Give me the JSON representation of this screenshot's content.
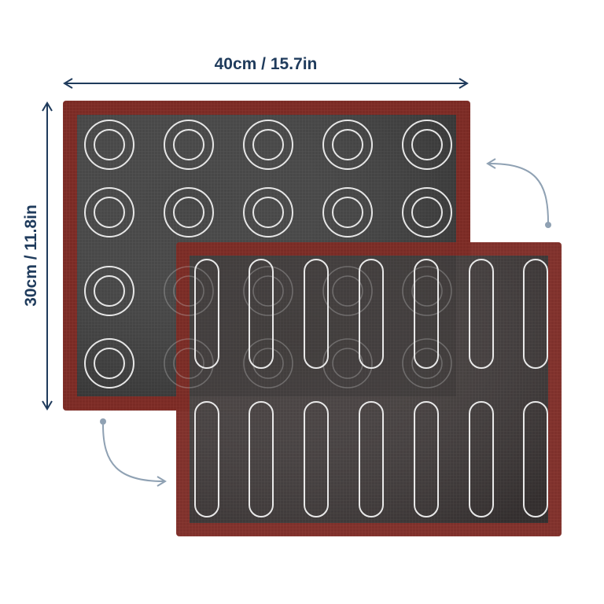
{
  "dimensions": {
    "width_label": "40cm / 15.7in",
    "height_label": "30cm / 11.8in"
  },
  "mats": {
    "back": {
      "pattern": "concentric-circles",
      "rows": 4,
      "cols": 5
    },
    "front": {
      "pattern": "oval-eclair-shapes",
      "rows": 2,
      "cols": 7
    }
  },
  "colors": {
    "dimension_text": "#1f3b5c",
    "arrow": "#8fa1b3",
    "mat_border": "#7a2b24",
    "mat_mesh": "#3a3a3a",
    "template_lines": "#e8e8e8",
    "background": "#ffffff"
  },
  "icons": {
    "swap_arrow_top": "curved-arrow-icon",
    "swap_arrow_bottom": "curved-arrow-icon"
  }
}
